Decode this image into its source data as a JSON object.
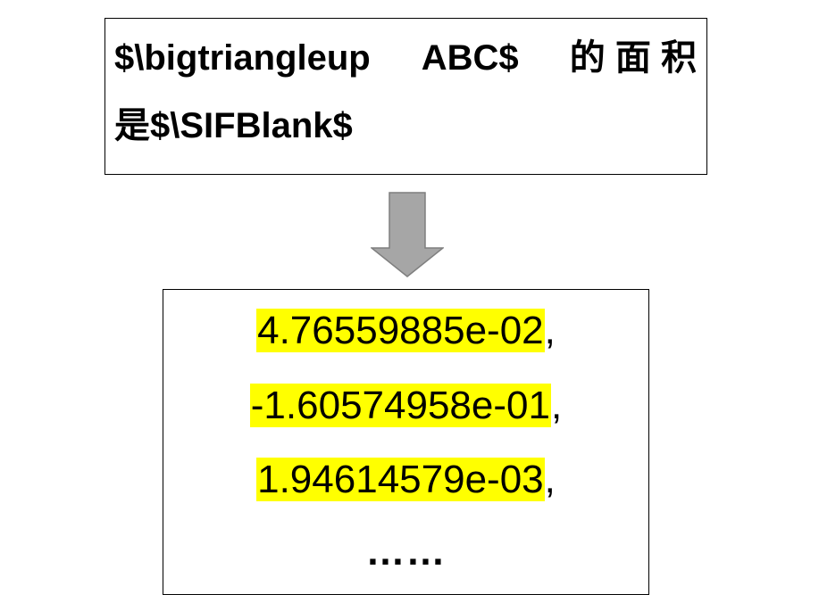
{
  "question": {
    "line1_left": "$\\bigtriangleup",
    "line1_mid": "ABC$",
    "line1_right": "的 面 积",
    "line2": "是$\\SIFBlank$"
  },
  "arrow": {
    "icon": "down-arrow-icon",
    "fill": "#a6a6a6",
    "stroke": "#7f7f7f"
  },
  "answer": {
    "highlight_color": "#ffff00",
    "values": [
      {
        "number": "4.76559885e-02",
        "suffix": ","
      },
      {
        "number": "-1.60574958e-01",
        "suffix": ","
      },
      {
        "number": "1.94614579e-03",
        "suffix": ","
      }
    ],
    "ellipsis": "……"
  }
}
